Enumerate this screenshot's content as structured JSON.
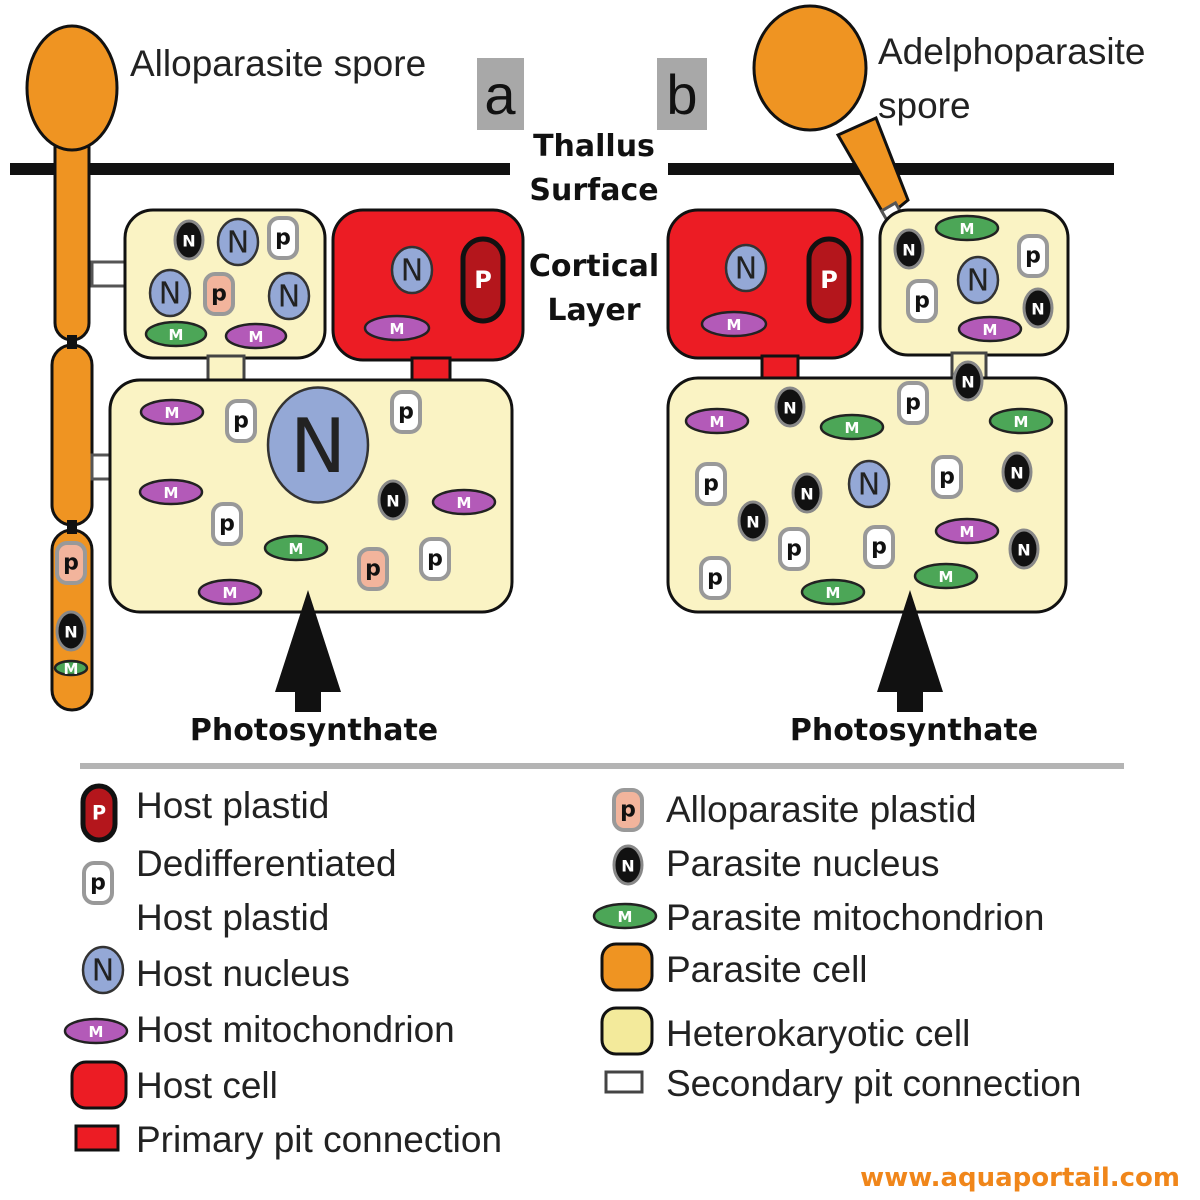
{
  "panel_a": {
    "letter": "a",
    "spore_label": "Alloparasite spore",
    "bottom_label": "Photosynthate"
  },
  "panel_b": {
    "letter": "b",
    "spore_label_line1": "Adelphoparasite",
    "spore_label_line2": "spore",
    "bottom_label": "Photosynthate"
  },
  "center": {
    "thallus_line1": "Thallus",
    "thallus_line2": "Surface",
    "cortical_line1": "Cortical",
    "cortical_line2": "Layer"
  },
  "symbols": {
    "host_nucleus": "N",
    "parasite_nucleus": "N",
    "host_plastid": "P",
    "dedifferentiated_plastid": "p",
    "alloparasite_plastid": "p",
    "mitochondrion": "M"
  },
  "legend": {
    "host_plastid": "Host plastid",
    "dediff_line1": "Dedifferentiated",
    "dediff_line2": "Host plastid",
    "host_nucleus": "Host nucleus",
    "host_mito": "Host mitochondrion",
    "host_cell": "Host cell",
    "primary_pit": "Primary pit connection",
    "allo_plastid": "Alloparasite plastid",
    "parasite_nucleus": "Parasite nucleus",
    "parasite_mito": "Parasite mitochondrion",
    "parasite_cell": "Parasite cell",
    "hetero_cell": "Heterokaryotic cell",
    "secondary_pit": "Secondary pit connection"
  },
  "watermark": "www.aquaportail.com",
  "colors": {
    "parasite_cell": "#ef9422",
    "hetero_cell": "#faf3c4",
    "host_cell": "#ec1c24",
    "host_plastid": "#b4161c",
    "host_nucleus": "#94a8d6",
    "host_mito": "#b35ab8",
    "parasite_mito": "#4ca657",
    "allo_plastid": "#f2b49c",
    "parasite_nucleus": "#111111",
    "watermark": "#f0861a"
  }
}
